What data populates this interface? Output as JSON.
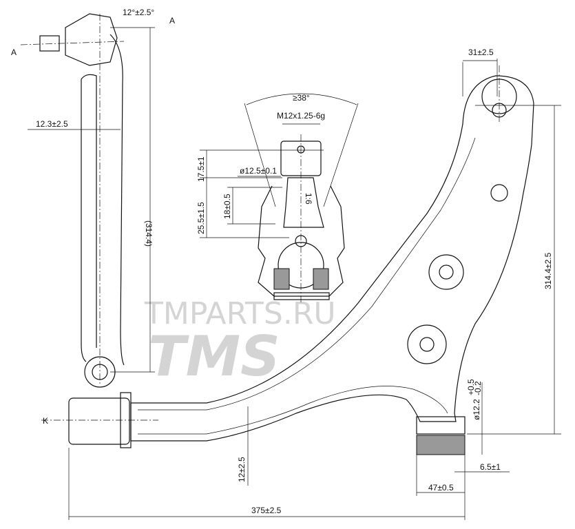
{
  "watermark": {
    "logo": "TMS",
    "site": "TMPARTS.RU"
  },
  "side_view": {
    "angle": "12°±2.5°",
    "section_mark_left": "A",
    "section_mark_right": "A",
    "offset": "12.3±2.5",
    "length_ref": "(314.4)"
  },
  "ball_joint": {
    "cone_angle": "≥38°",
    "thread": "M12x1.25-6g",
    "height_top": "17.5±1",
    "pin_diameter": "ø12.5±0.1",
    "height_total": "25.5±1.5",
    "height_mid": "18±0.5",
    "taper": "1:6"
  },
  "main_view": {
    "ball_offset": "31±2.5",
    "height": "314.4±2.5",
    "bush_diameter": "ø12.2",
    "bush_tol_upper": "+0.5",
    "bush_tol_lower": "-0.2",
    "bush_offset": "6.5±1",
    "bush_width": "47±0.5",
    "front_offset": "12±2.5",
    "length": "375±2.5",
    "view_mark": "K"
  }
}
